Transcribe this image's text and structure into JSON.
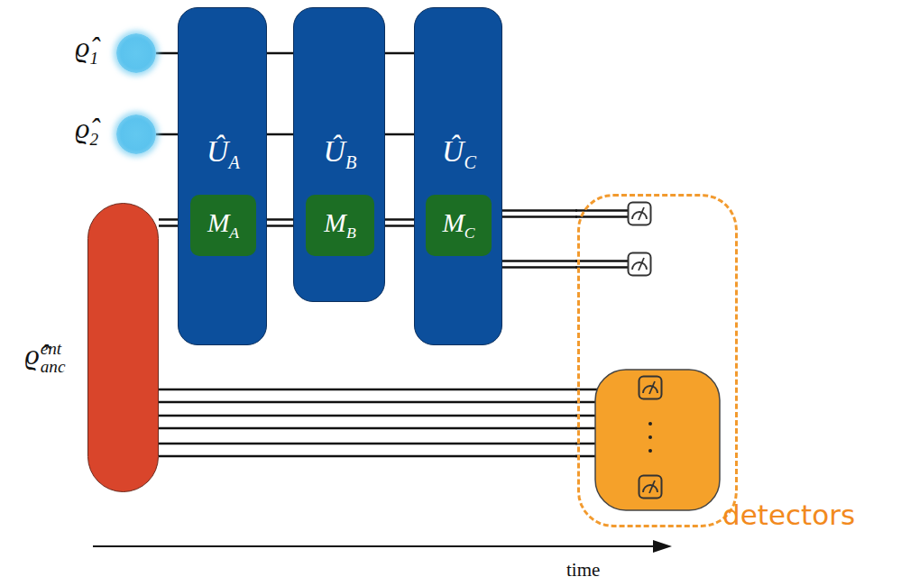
{
  "diagram": {
    "nodes": [
      {
        "text": [
          "ϱ̂",
          "1"
        ]
      },
      {
        "text": [
          "ϱ̂",
          "2"
        ]
      },
      {
        "text": [
          "ϱ̂",
          "ent",
          "anc"
        ]
      },
      {
        "text": [
          "Û",
          "A"
        ]
      },
      {
        "text": [
          "M",
          "A"
        ],
        "in": 3
      },
      {
        "text": [
          "Û",
          "B"
        ]
      },
      {
        "text": [
          "M",
          "B"
        ],
        "in": 5
      },
      {
        "text": [
          "Û",
          "C"
        ]
      },
      {
        "text": [
          "M",
          "C"
        ],
        "in": 7
      },
      {
        "text": [
          "detectors"
        ]
      }
    ],
    "edges": [
      {
        "from": 0,
        "to": 3,
        "arrow": "none"
      },
      {
        "from": 1,
        "to": 3,
        "arrow": "none"
      },
      {
        "from": 3,
        "to": 5,
        "arrow": "none"
      },
      {
        "from": 3,
        "to": 5,
        "arrow": "none"
      },
      {
        "from": 5,
        "to": 7,
        "arrow": "none"
      },
      {
        "from": 5,
        "to": 7,
        "arrow": "none"
      },
      {
        "from": 2,
        "to": 4,
        "arrow": "none"
      },
      {
        "from": 4,
        "to": 6,
        "arrow": "none"
      },
      {
        "from": 6,
        "to": 8,
        "arrow": "none"
      },
      {
        "from": 8,
        "to": 9,
        "arrow": "none"
      },
      {
        "from": 8,
        "to": 9,
        "arrow": "none"
      },
      {
        "from": 2,
        "to": 9,
        "arrow": "none"
      }
    ],
    "labels": [
      "time"
    ]
  }
}
